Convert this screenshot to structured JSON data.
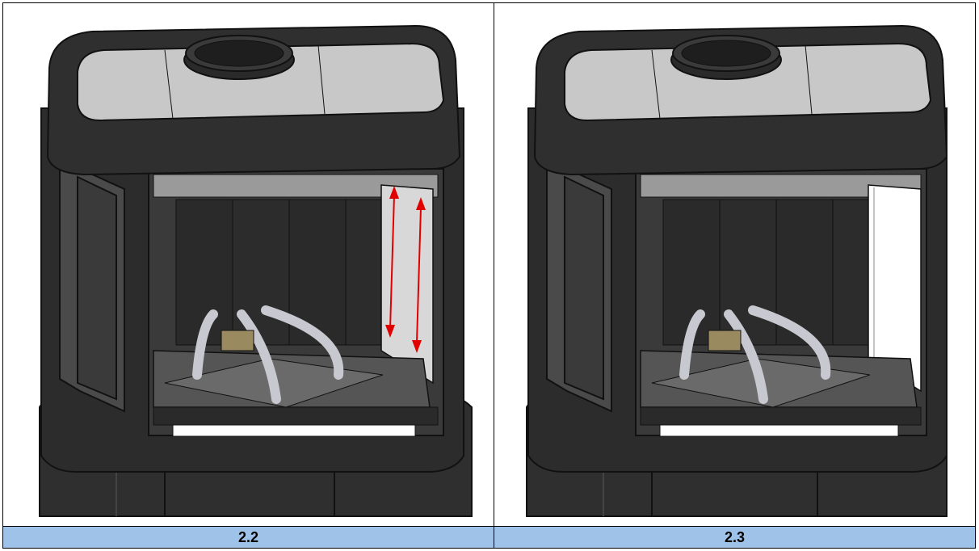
{
  "figures": [
    {
      "caption": "2.2",
      "illustration": "stove-with-glass-removal-arrows"
    },
    {
      "caption": "2.3",
      "illustration": "stove-with-glass-side-panel"
    }
  ],
  "colors": {
    "stove_body": "#2f2f2f",
    "stove_edge": "#1a1a1a",
    "top_plate": "#c8c8c8",
    "arrow": "#e00000",
    "caption_bg": "#9fc3e8"
  }
}
